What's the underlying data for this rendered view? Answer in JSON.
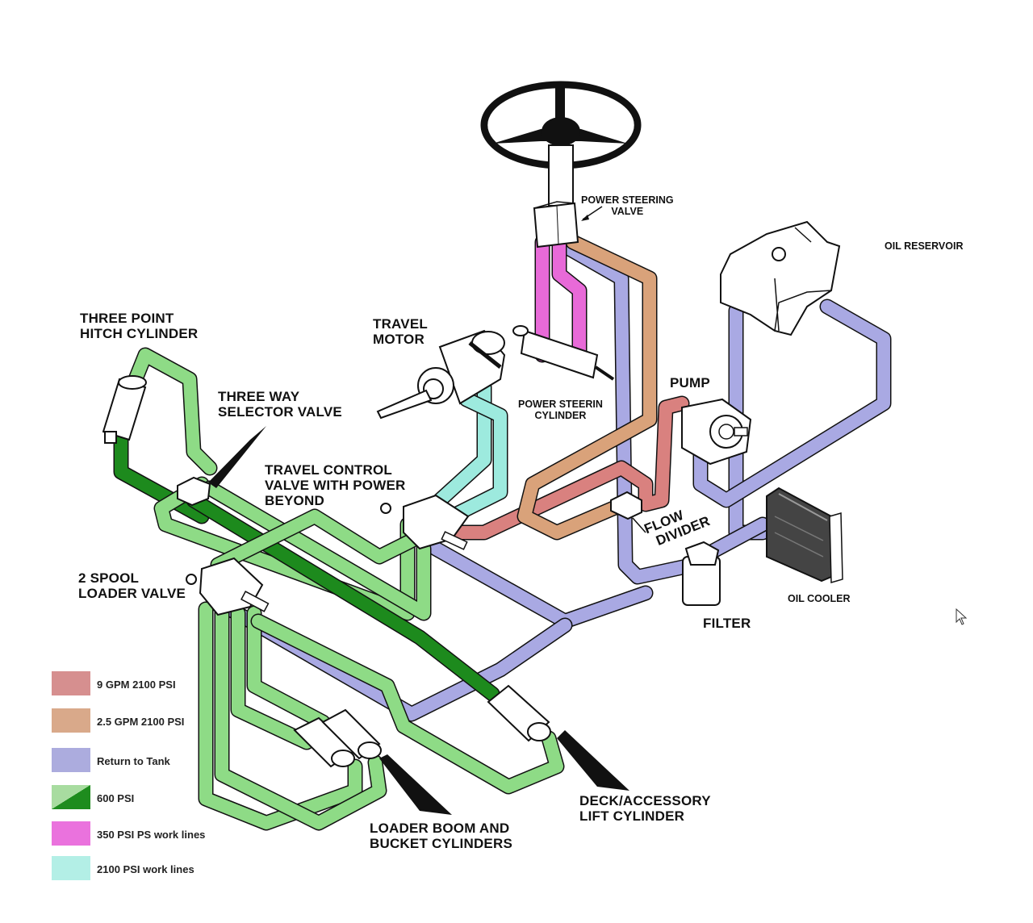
{
  "labels": {
    "power_steering_valve": [
      "POWER STEERING",
      "VALVE"
    ],
    "oil_reservoir": [
      "OIL RESERVOIR"
    ],
    "three_point_hitch": [
      "THREE POINT",
      "HITCH CYLINDER"
    ],
    "travel_motor": [
      "TRAVEL",
      "MOTOR"
    ],
    "power_steering_cylinder": [
      "POWER STEERIN",
      "CYLINDER"
    ],
    "pump": [
      "PUMP"
    ],
    "three_way_selector": [
      "THREE WAY",
      "SELECTOR VALVE"
    ],
    "travel_control_valve": [
      "TRAVEL CONTROL",
      "VALVE WITH POWER",
      "BEYOND"
    ],
    "flow_divider": [
      "FLOW",
      "DIVIDER"
    ],
    "two_spool_loader": [
      "2 SPOOL",
      "LOADER VALVE"
    ],
    "oil_cooler": [
      "OIL COOLER"
    ],
    "filter": [
      "FILTER"
    ],
    "deck_lift": [
      "DECK/ACCESSORY",
      "LIFT CYLINDER"
    ],
    "loader_cylinders": [
      "LOADER BOOM AND",
      "BUCKET CYLINDERS"
    ]
  },
  "legend": [
    {
      "key": "red",
      "label": "9 GPM 2100 PSI",
      "color": "#d68f8f"
    },
    {
      "key": "tan",
      "label": "2.5 GPM 2100 PSI",
      "color": "#d9a98a"
    },
    {
      "key": "blue",
      "label": "Return to Tank",
      "color": "#acacde"
    },
    {
      "key": "green",
      "label": "600 PSI",
      "color": "#a8dca0",
      "color2": "#1e8c1e"
    },
    {
      "key": "magenta",
      "label": "350 PSI PS work lines",
      "color": "#ea72dd"
    },
    {
      "key": "cyan",
      "label": "2100 PSI work lines",
      "color": "#b3efe6"
    }
  ],
  "line_colors": {
    "red": "#d9817f",
    "red_dot": "#c0282a",
    "tan": "#d9a27a",
    "tan_dot": "#a8641e",
    "blue": "#a9a9e3",
    "blue_dark": "#4848d8",
    "green_light": "#8edb86",
    "green_dark": "#1d8a1d",
    "magenta": "#e86ad8",
    "cyan": "#9deade",
    "outline": "#111111"
  }
}
